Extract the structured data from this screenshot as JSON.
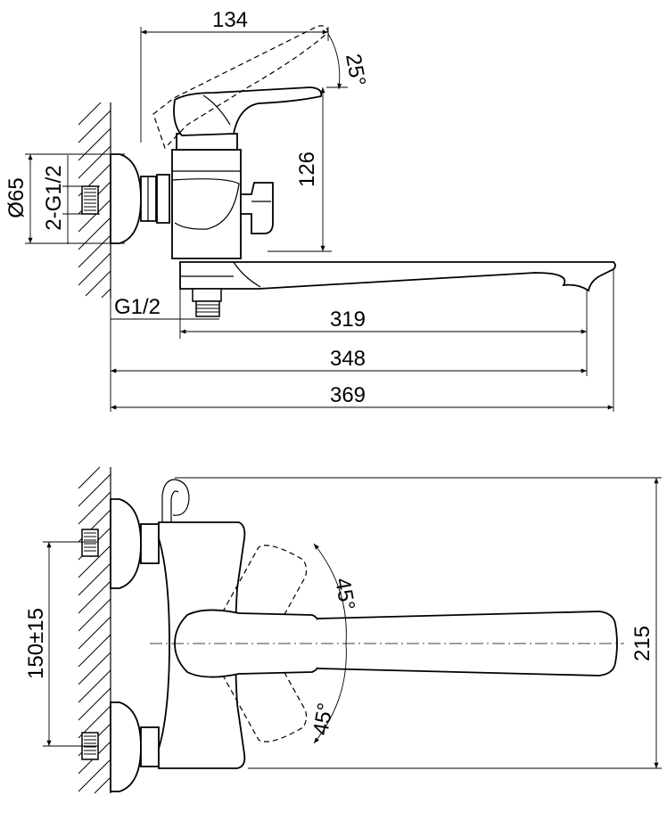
{
  "side_view": {
    "dim_top_width": "134",
    "dim_lever_angle": "25°",
    "dim_height": "126",
    "dim_flange_diameter": "Ø65",
    "dim_inlet_thread": "2-G1/2",
    "dim_outlet_thread": "G1/2",
    "dim_spout_319": "319",
    "dim_total_348": "348",
    "dim_total_369": "369"
  },
  "top_view": {
    "dim_centers": "150±15",
    "dim_angle_upper": "45°",
    "dim_angle_lower": "45°",
    "dim_depth": "215"
  }
}
